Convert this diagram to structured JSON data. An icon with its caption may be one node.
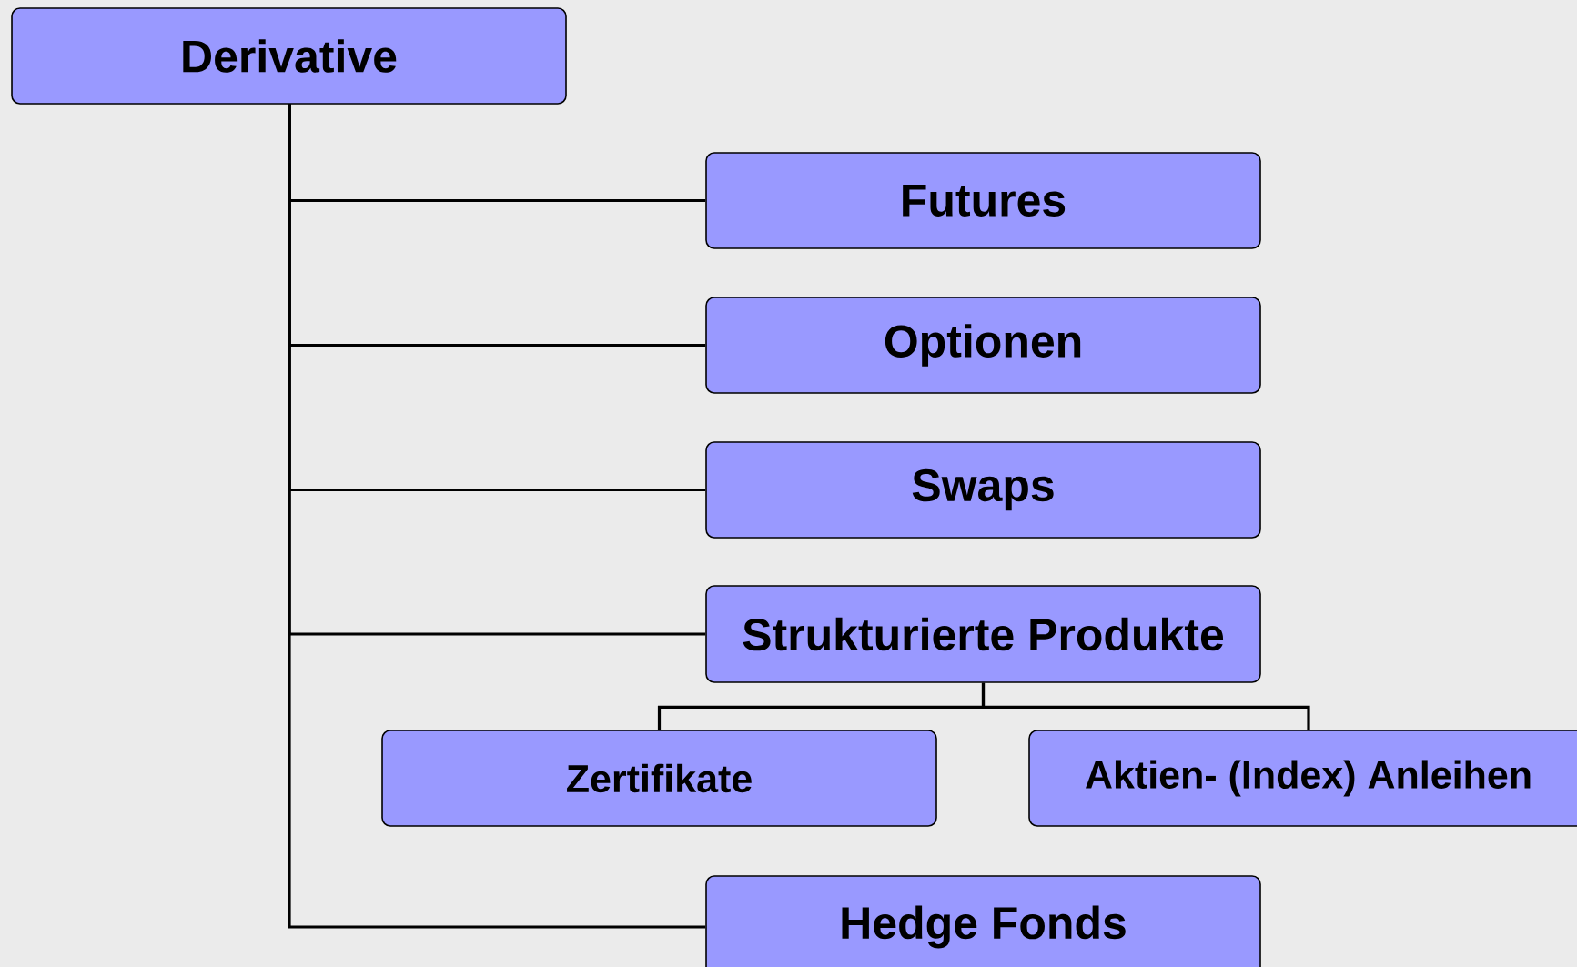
{
  "diagram": {
    "nodes": [
      {
        "text": [
          "Derivative"
        ]
      },
      {
        "text": [
          "Futures"
        ]
      },
      {
        "text": [
          "Optionen"
        ]
      },
      {
        "text": [
          "Swaps"
        ]
      },
      {
        "text": [
          "Strukturierte Produkte"
        ]
      },
      {
        "text": [
          "Zertifikate"
        ]
      },
      {
        "text": [
          "Aktien- (Index) Anleihen"
        ]
      },
      {
        "text": [
          "Hedge Fonds"
        ]
      }
    ],
    "edges": [
      {
        "from": 0,
        "to": 1,
        "arrow": "none"
      },
      {
        "from": 0,
        "to": 2,
        "arrow": "none"
      },
      {
        "from": 0,
        "to": 3,
        "arrow": "none"
      },
      {
        "from": 0,
        "to": 4,
        "arrow": "none"
      },
      {
        "from": 4,
        "to": 5,
        "arrow": "none"
      },
      {
        "from": 4,
        "to": 6,
        "arrow": "none"
      },
      {
        "from": 0,
        "to": 7,
        "arrow": "none"
      }
    ]
  }
}
